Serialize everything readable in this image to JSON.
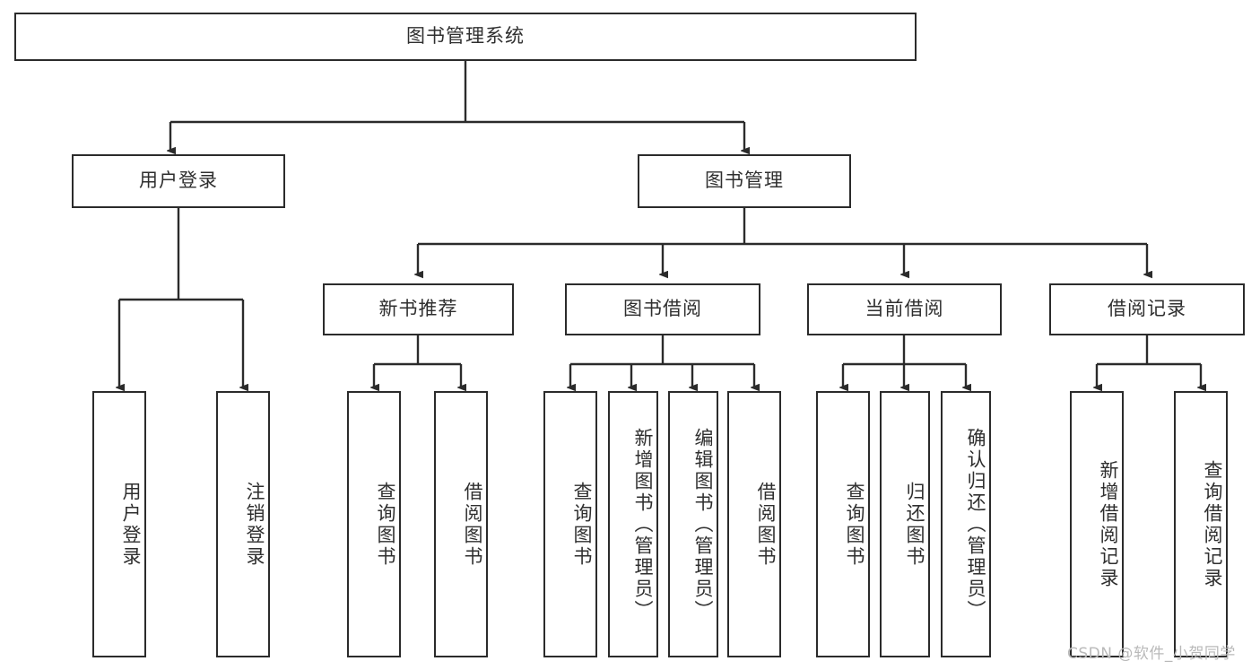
{
  "diagram": {
    "title": "图书管理系统",
    "type": "tree-hierarchy",
    "stroke_color": "#2b2b2b",
    "text_color": "#2f2f2f",
    "background_color": "#ffffff"
  },
  "nodes": {
    "root": {
      "label": "图书管理系统"
    },
    "level2": [
      {
        "label": "用户登录"
      },
      {
        "label": "图书管理"
      }
    ],
    "level3": [
      {
        "label": "新书推荐"
      },
      {
        "label": "图书借阅"
      },
      {
        "label": "当前借阅"
      },
      {
        "label": "借阅记录"
      }
    ],
    "leaves": {
      "user_login": [
        {
          "label": "用户登录"
        },
        {
          "label": "注销登录"
        }
      ],
      "new_books": [
        {
          "label": "查询图书"
        },
        {
          "label": "借阅图书"
        }
      ],
      "book_borrow": [
        {
          "label": "查询图书"
        },
        {
          "label": "新增图书（管理员）"
        },
        {
          "label": "编辑图书（管理员）"
        },
        {
          "label": "借阅图书"
        }
      ],
      "current_borrow": [
        {
          "label": "查询图书"
        },
        {
          "label": "归还图书"
        },
        {
          "label": "确认归还（管理员）"
        }
      ],
      "borrow_records": [
        {
          "label": "新增借阅记录"
        },
        {
          "label": "查询借阅记录"
        }
      ]
    }
  },
  "watermark": {
    "text": "CSDN @软件_小贺同学"
  }
}
